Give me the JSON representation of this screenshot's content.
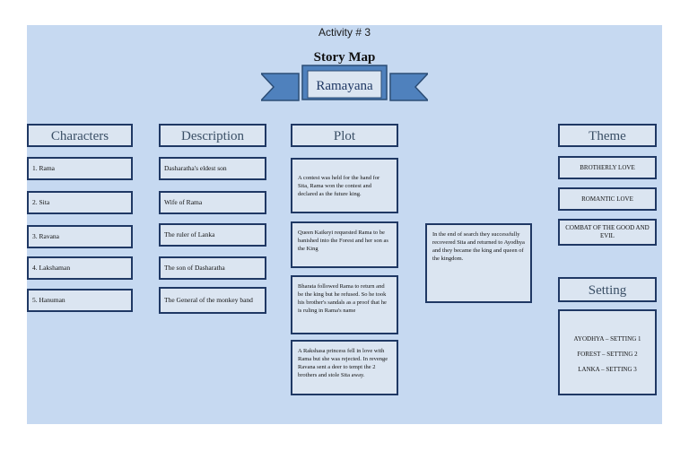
{
  "activity": "Activity # 3",
  "title": "Story Map",
  "banner": "Ramayana",
  "columns": {
    "characters": {
      "heading": "Characters",
      "items": [
        "1. Rama",
        "2. Sita",
        "3. Ravana",
        "4. Lakshaman",
        "5. Hanuman"
      ]
    },
    "description": {
      "heading": "Description",
      "items": [
        "Dasharatha's eldest son",
        "Wife of Rama",
        "The ruler of Lanka",
        "The son of Dasharatha",
        "The General of the monkey band"
      ]
    },
    "plot": {
      "heading": "Plot",
      "items": [
        "A contest was held for the hand for Sita, Rama won the contest and declared as the future king.",
        "Queen Kaikeyi requested Rama to be banished into the Forest and her son as the King",
        "Bharata followed Rama to return and be the king but he refused. So he took his brother's sandals as a proof that he is ruling in Rama's name",
        "A Rakshasa princess fell in love with Rama but she was rejected. In revenge Ravana sent a deer to tempt the 2 brothers and stole Sita away."
      ],
      "ending": "In the end of search they successfully recovered Sita and returned to Ayodhya and they became the king and queen of the kingdom."
    },
    "theme": {
      "heading": "Theme",
      "items": [
        "BROTHERLY LOVE",
        "ROMANTIC LOVE",
        "COMBAT OF THE GOOD AND EVIL"
      ]
    },
    "setting": {
      "heading": "Setting",
      "items": [
        "AYODHYA – SETTING 1",
        "FOREST – SETTING 2",
        "LANKA – SETTING 3"
      ]
    }
  }
}
